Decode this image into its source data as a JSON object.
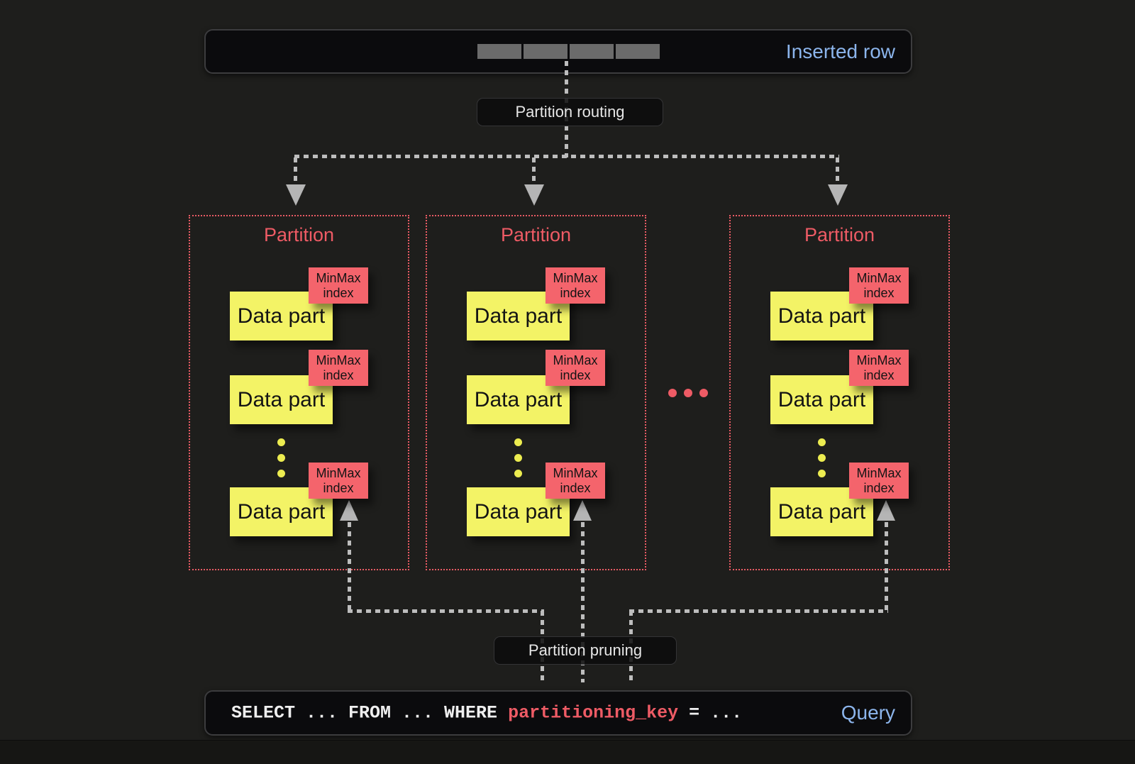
{
  "inserted_row": {
    "label": "Inserted row",
    "cell_count": 4
  },
  "labels": {
    "routing": "Partition routing",
    "pruning": "Partition pruning"
  },
  "partitions": [
    {
      "title": "Partition",
      "parts": [
        {
          "label": "Data part",
          "tag_line1": "MinMax",
          "tag_line2": "index"
        },
        {
          "label": "Data part",
          "tag_line1": "MinMax",
          "tag_line2": "index"
        },
        {
          "label": "Data part",
          "tag_line1": "MinMax",
          "tag_line2": "index"
        }
      ]
    },
    {
      "title": "Partition",
      "parts": [
        {
          "label": "Data part",
          "tag_line1": "MinMax",
          "tag_line2": "index"
        },
        {
          "label": "Data part",
          "tag_line1": "MinMax",
          "tag_line2": "index"
        },
        {
          "label": "Data part",
          "tag_line1": "MinMax",
          "tag_line2": "index"
        }
      ]
    },
    {
      "title": "Partition",
      "parts": [
        {
          "label": "Data part",
          "tag_line1": "MinMax",
          "tag_line2": "index"
        },
        {
          "label": "Data part",
          "tag_line1": "MinMax",
          "tag_line2": "index"
        },
        {
          "label": "Data part",
          "tag_line1": "MinMax",
          "tag_line2": "index"
        }
      ]
    }
  ],
  "query": {
    "prefix": "SELECT ... FROM ... WHERE ",
    "highlight": "partitioning_key",
    "suffix": " = ...",
    "label": "Query"
  },
  "icons": {
    "more_partitions_ellipsis": "horizontal-red-dots",
    "more_parts_ellipsis": "vertical-yellow-dots"
  },
  "colors": {
    "background": "#1e1e1c",
    "accent_blue": "#8cb5ec",
    "accent_red": "#ee5b65",
    "datapart_yellow": "#f3f366",
    "minmax_red": "#f4646c",
    "connector_gray": "#bdbdbd"
  }
}
